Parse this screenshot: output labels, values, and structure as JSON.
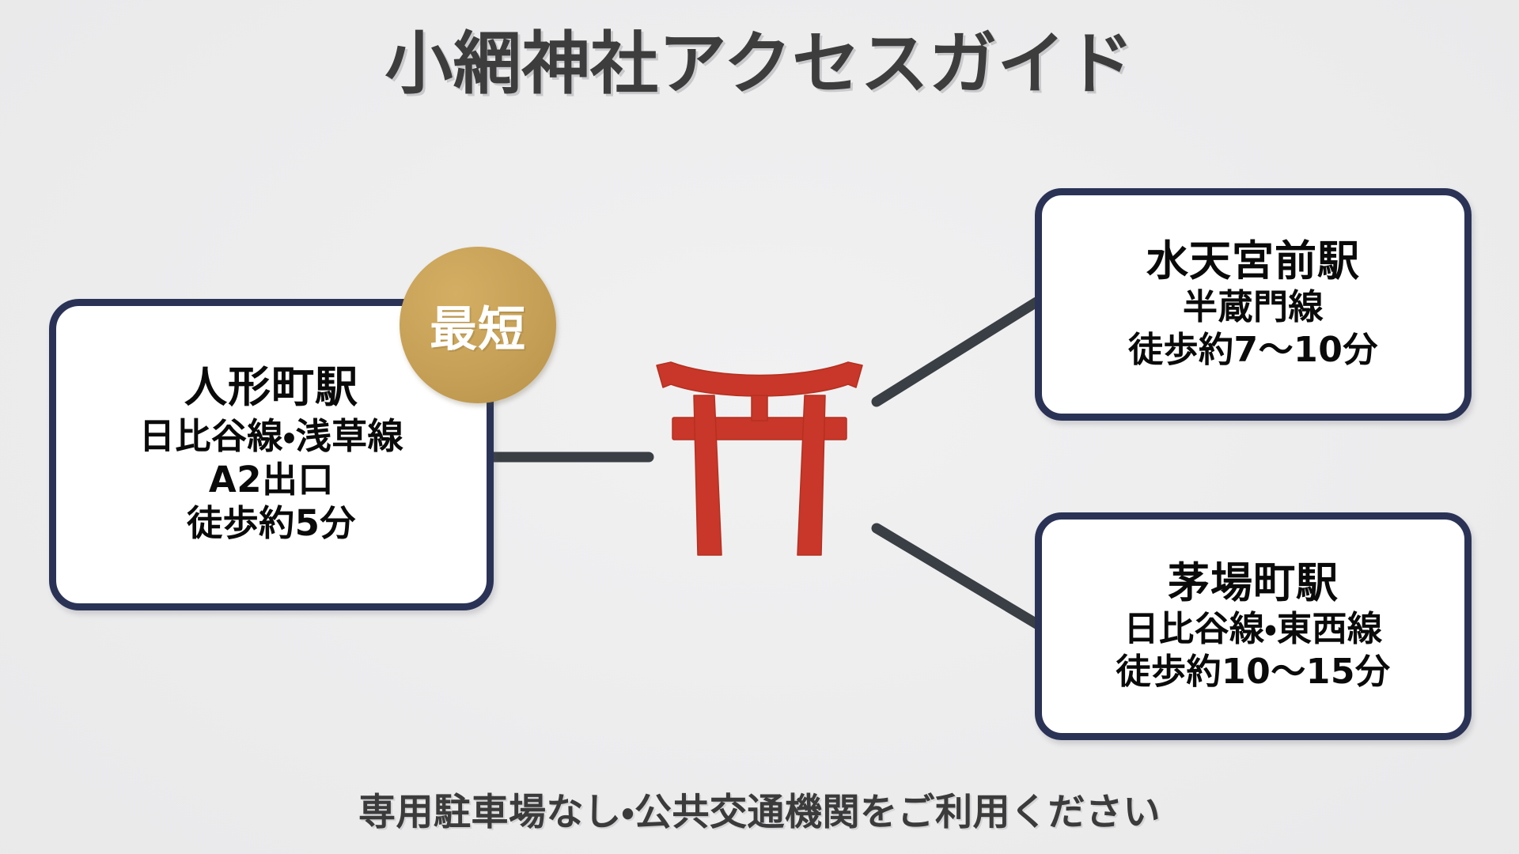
{
  "page": {
    "title": "小網神社アクセスガイド",
    "background_color": "#eeeef0",
    "footer_note": "専用駐車場なし・公共交通機関をご利用ください"
  },
  "theme": {
    "navy": "#2a3356",
    "gold": "#c6a056",
    "torii_red": "#c8372a",
    "connector": "#3a3f45",
    "title_color": "#3d3d3e",
    "card_bg": "#ffffff"
  },
  "center_icon": {
    "name": "torii-gate",
    "color": "#c8372a"
  },
  "badge": {
    "label": "最短",
    "color": "#c6a056"
  },
  "cards": [
    {
      "id": "ningyocho",
      "station": "人形町駅",
      "lines": "日比谷線・浅草線",
      "exit": "A2出口",
      "walk": "徒歩約5分",
      "badge": "最短"
    },
    {
      "id": "suitengumae",
      "station": "水天宮前駅",
      "lines": "半蔵門線",
      "walk": "徒歩約7〜10分"
    },
    {
      "id": "kayabacho",
      "station": "茅場町駅",
      "lines": "日比谷線・東西線",
      "walk": "徒歩約10〜15分"
    }
  ],
  "connectors": [
    {
      "name": "ningyocho-to-shrine",
      "style": "horizontal"
    },
    {
      "name": "shrine-to-suitengumae",
      "style": "diagonal-up"
    },
    {
      "name": "shrine-to-kayabacho",
      "style": "diagonal-down"
    }
  ]
}
